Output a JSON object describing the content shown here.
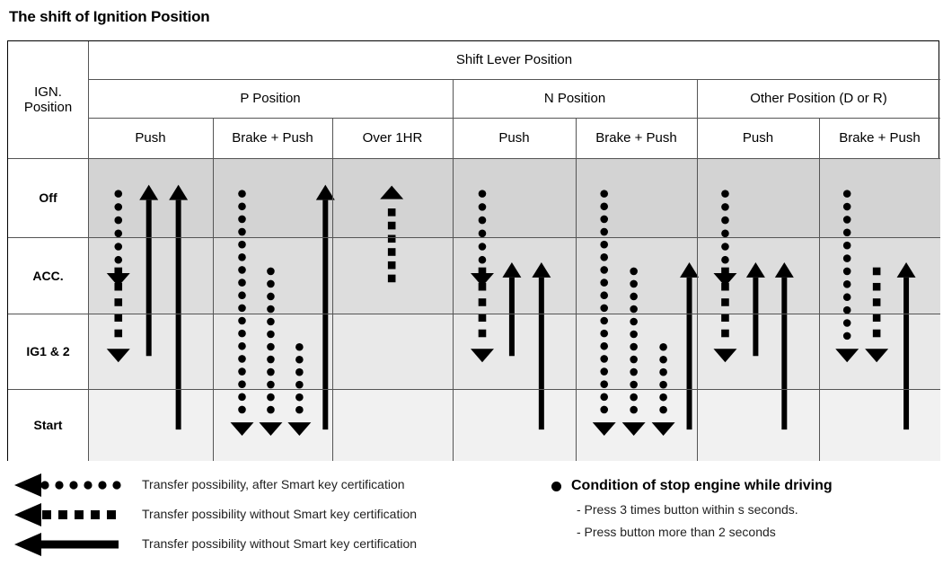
{
  "title": "The shift of Ignition Position",
  "table": {
    "corner_label": "IGN.\nPosition",
    "corner_line1": "IGN.",
    "corner_line2": "Position",
    "top_header": "Shift Lever Position",
    "groups": [
      {
        "label": "P Position",
        "columns": [
          "Push",
          "Brake + Push",
          "Over 1HR"
        ]
      },
      {
        "label": "N Position",
        "columns": [
          "Push",
          "Brake + Push"
        ]
      },
      {
        "label": "Other Position (D or R)",
        "columns": [
          "Push",
          "Brake + Push"
        ]
      }
    ],
    "rows": [
      {
        "label": "Off",
        "shade": "#d3d3d3"
      },
      {
        "label": "ACC.",
        "shade": "#dddddd"
      },
      {
        "label": "IG1 & 2",
        "shade": "#e9e9e9"
      },
      {
        "label": "Start",
        "shade": "#f1f1f1"
      }
    ]
  },
  "legend_left": [
    {
      "style": "dotted",
      "text": "Transfer possibility, after Smart key certification"
    },
    {
      "style": "dashed",
      "text": "Transfer possibility without Smart key certification"
    },
    {
      "style": "solid",
      "text": "Transfer possibility without Smart key certification"
    }
  ],
  "legend_right": {
    "heading": "Condition of stop engine while driving",
    "items": [
      "- Press 3 times button within s seconds.",
      "- Press button more than 2 seconds"
    ]
  },
  "chart_data": {
    "type": "table",
    "title": "The shift of Ignition Position",
    "xlabel": "Shift Lever Position",
    "ylabel": "IGN. Position",
    "categories": [
      "P Position / Push",
      "P Position / Brake + Push",
      "P Position / Over 1HR",
      "N Position / Push",
      "N Position / Brake + Push",
      "Other Position (D or R) / Push",
      "Other Position (D or R) / Brake + Push"
    ],
    "states": [
      "Off",
      "ACC.",
      "IG1 & 2",
      "Start"
    ],
    "legend": [
      "dotted = Transfer possibility, after Smart key certification",
      "dashed = Transfer possibility without Smart key certification",
      "solid = Transfer possibility without Smart key certification"
    ],
    "transitions": [
      {
        "column": 0,
        "style": "dotted",
        "from": "Off",
        "to": "ACC.",
        "dir": "down",
        "lane": 0
      },
      {
        "column": 0,
        "style": "dashed",
        "from": "ACC.",
        "to": "IG1 & 2",
        "dir": "down",
        "lane": 0
      },
      {
        "column": 0,
        "style": "solid",
        "from": "IG1 & 2",
        "to": "Off",
        "dir": "up",
        "lane": 1
      },
      {
        "column": 0,
        "style": "solid",
        "from": "Start",
        "to": "Off",
        "dir": "up",
        "lane": 2
      },
      {
        "column": 1,
        "style": "dotted",
        "from": "Off",
        "to": "Start",
        "dir": "down",
        "lane": 0
      },
      {
        "column": 1,
        "style": "dotted",
        "from": "ACC.",
        "to": "Start",
        "dir": "down",
        "lane": 1
      },
      {
        "column": 1,
        "style": "dotted",
        "from": "IG1 & 2",
        "to": "Start",
        "dir": "down",
        "lane": 2
      },
      {
        "column": 1,
        "style": "solid",
        "from": "Start",
        "to": "Off",
        "dir": "up",
        "lane": 3
      },
      {
        "column": 2,
        "style": "dashed",
        "from": "ACC.",
        "to": "Off",
        "dir": "up",
        "lane": 0
      },
      {
        "column": 3,
        "style": "dotted",
        "from": "Off",
        "to": "ACC.",
        "dir": "down",
        "lane": 0
      },
      {
        "column": 3,
        "style": "dashed",
        "from": "ACC.",
        "to": "IG1 & 2",
        "dir": "down",
        "lane": 0
      },
      {
        "column": 3,
        "style": "solid",
        "from": "IG1 & 2",
        "to": "ACC.",
        "dir": "up",
        "lane": 1
      },
      {
        "column": 3,
        "style": "solid",
        "from": "Start",
        "to": "ACC.",
        "dir": "up",
        "lane": 2
      },
      {
        "column": 4,
        "style": "dotted",
        "from": "Off",
        "to": "Start",
        "dir": "down",
        "lane": 0
      },
      {
        "column": 4,
        "style": "dotted",
        "from": "ACC.",
        "to": "Start",
        "dir": "down",
        "lane": 1
      },
      {
        "column": 4,
        "style": "dotted",
        "from": "IG1 & 2",
        "to": "Start",
        "dir": "down",
        "lane": 2
      },
      {
        "column": 4,
        "style": "solid",
        "from": "Start",
        "to": "ACC.",
        "dir": "up",
        "lane": 3
      },
      {
        "column": 5,
        "style": "dotted",
        "from": "Off",
        "to": "ACC.",
        "dir": "down",
        "lane": 0
      },
      {
        "column": 5,
        "style": "dashed",
        "from": "ACC.",
        "to": "IG1 & 2",
        "dir": "down",
        "lane": 0
      },
      {
        "column": 5,
        "style": "solid",
        "from": "IG1 & 2",
        "to": "ACC.",
        "dir": "up",
        "lane": 1
      },
      {
        "column": 5,
        "style": "solid",
        "from": "Start",
        "to": "ACC.",
        "dir": "up",
        "lane": 2
      },
      {
        "column": 6,
        "style": "dotted",
        "from": "Off",
        "to": "IG1 & 2",
        "dir": "down",
        "lane": 0
      },
      {
        "column": 6,
        "style": "dashed",
        "from": "ACC.",
        "to": "IG1 & 2",
        "dir": "down",
        "lane": 1
      },
      {
        "column": 6,
        "style": "solid",
        "from": "Start",
        "to": "ACC.",
        "dir": "up",
        "lane": 2
      }
    ]
  }
}
